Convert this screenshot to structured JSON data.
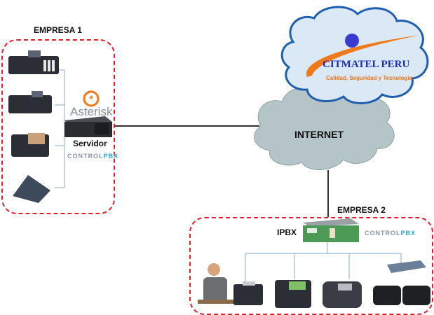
{
  "diagram": {
    "title": "Network diagram: Empresa 1 and Empresa 2 connected via Internet",
    "cloud_brand": {
      "name": "CITMATEL PERU",
      "tagline": "Calidad, Seguridad y Tecnología"
    },
    "internet_label": "INTERNET",
    "empresa1": {
      "label": "EMPRESA 1",
      "server_label": "Servidor",
      "pbx_software": "Asterisk",
      "brand_prefix": "CONTROL",
      "brand_suffix": "PBX",
      "devices": [
        "ip-desk-phone",
        "ip-desk-phone",
        "video-phone",
        "conference-phone"
      ]
    },
    "empresa2": {
      "label": "EMPRESA 2",
      "ipbx_label": "IPBX",
      "brand_prefix": "CONTROL",
      "brand_suffix": "PBX",
      "devices": [
        "person-on-phone",
        "desk-phone",
        "ip-color-phone",
        "conference-ip-phone",
        "analog-gateway",
        "analog-phone",
        "analog-phone"
      ]
    },
    "colors": {
      "group_border": "#e0202a",
      "cloud_brand_fill": "#dbe9f7",
      "cloud_brand_stroke": "#1f5fb0",
      "internet_cloud_fill": "#b5c4c6",
      "brand_text": "#1c2db8",
      "tagline_text": "#e8741c",
      "controlpbx_accent": "#2aa6e0"
    }
  }
}
